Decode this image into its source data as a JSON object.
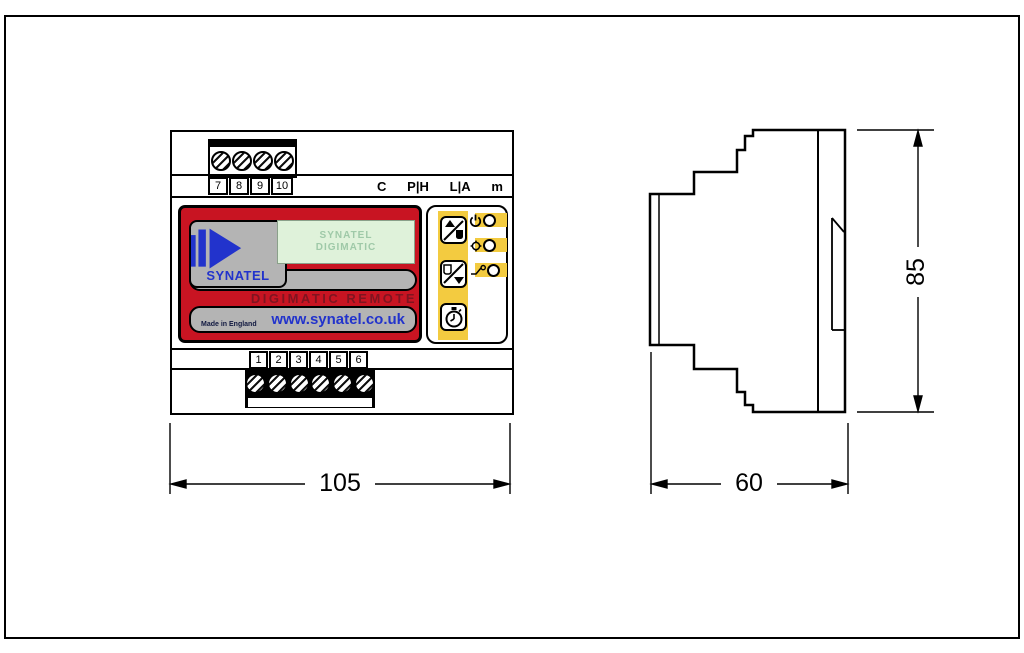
{
  "drawing": {
    "title": "Synatel Digimatic Remote dimensional drawing",
    "front": {
      "top_terminal_labels": [
        "7",
        "8",
        "9",
        "10"
      ],
      "signal_labels": [
        "C",
        "P|H",
        "L|A",
        "m"
      ],
      "bottom_terminal_labels": [
        "1",
        "2",
        "3",
        "4",
        "5",
        "6"
      ],
      "brand": "SYNATEL",
      "product_name": "DIGIMATIC REMOTE",
      "website": "www.synatel.co.uk",
      "origin_text": "Made in England",
      "lcd": {
        "line1": "SYNATEL",
        "line2": "DIGIMATIC"
      },
      "buttons": [
        {
          "icon": "arrow-up-slash-full-vessel"
        },
        {
          "icon": "empty-vessel-slash-arrow-down"
        },
        {
          "icon": "stopwatch"
        }
      ],
      "leds": [
        {
          "icon": "power"
        },
        {
          "icon": "gear"
        },
        {
          "icon": "switch-contact"
        }
      ]
    },
    "dimensions": {
      "width_mm": "105",
      "depth_mm": "60",
      "height_mm": "85"
    },
    "colors": {
      "faceplate_red": "#C81422",
      "panel_gray": "#B4B4B4",
      "lcd_green": "#DFF2DA",
      "accent_yellow": "#F3CB40",
      "brand_blue": "#2233CC",
      "line_black": "#000000"
    }
  }
}
